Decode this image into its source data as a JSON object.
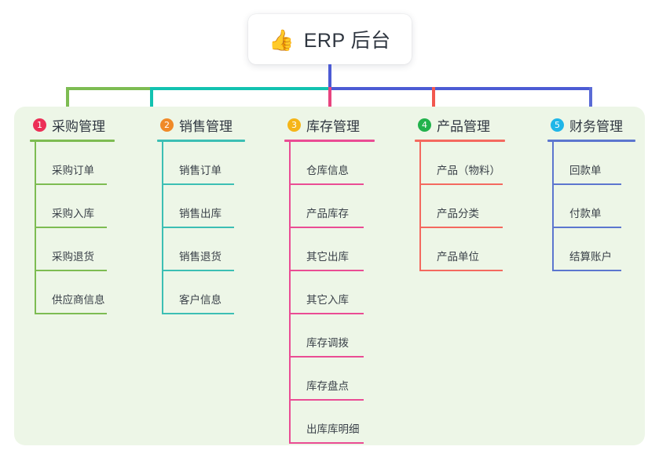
{
  "root": {
    "icon": "thumbs-up-icon",
    "emoji": "👍",
    "title": "ERP 后台"
  },
  "colors": {
    "panel_background": "#edf6e7",
    "page_background": "#ffffff",
    "root_text": "#2f3640",
    "connector_green": "#7dbc52",
    "connector_teal": "#12c2b0",
    "connector_blue": "#4c5bd4",
    "connector_pink": "#e8447f",
    "connector_red": "#f2584f",
    "connector_indigo": "#5a6bd6"
  },
  "columns": [
    {
      "index": "1",
      "title": "采购管理",
      "badge_color": "#ec2f56",
      "line_color": "#7dbc52",
      "items": [
        {
          "label": "采购订单"
        },
        {
          "label": "采购入库"
        },
        {
          "label": "采购退货"
        },
        {
          "label": "供应商信息"
        }
      ]
    },
    {
      "index": "2",
      "title": "销售管理",
      "badge_color": "#f08a28",
      "line_color": "#3cbfb4",
      "items": [
        {
          "label": "销售订单"
        },
        {
          "label": "销售出库"
        },
        {
          "label": "销售退货"
        },
        {
          "label": "客户信息"
        }
      ]
    },
    {
      "index": "3",
      "title": "库存管理",
      "badge_color": "#f5b518",
      "line_color": "#ea4c94",
      "items": [
        {
          "label": "仓库信息"
        },
        {
          "label": "产品库存"
        },
        {
          "label": "其它出库"
        },
        {
          "label": "其它入库"
        },
        {
          "label": "库存调拨"
        },
        {
          "label": "库存盘点"
        },
        {
          "label": "出库库明细"
        }
      ]
    },
    {
      "index": "4",
      "title": "产品管理",
      "badge_color": "#22b24c",
      "line_color": "#f4695f",
      "items": [
        {
          "label": "产品（物料）"
        },
        {
          "label": "产品分类"
        },
        {
          "label": "产品单位"
        }
      ]
    },
    {
      "index": "5",
      "title": "财务管理",
      "badge_color": "#1fb6e8",
      "line_color": "#5c76cf",
      "items": [
        {
          "label": "回款单"
        },
        {
          "label": "付款单"
        },
        {
          "label": "结算账户"
        }
      ]
    }
  ]
}
